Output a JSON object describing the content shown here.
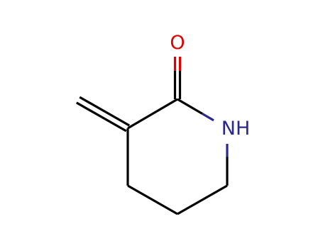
{
  "structure": {
    "atoms": [
      {
        "id": "O",
        "symbol": "O",
        "label": "O",
        "color": "#e00000"
      },
      {
        "id": "N",
        "symbol": "N",
        "label": "NH",
        "color": "#2a2a8c"
      },
      {
        "id": "C2",
        "symbol": "C",
        "label": "",
        "color": "#000000"
      },
      {
        "id": "C3",
        "symbol": "C",
        "label": "",
        "color": "#000000"
      },
      {
        "id": "C4",
        "symbol": "C",
        "label": "",
        "color": "#000000"
      },
      {
        "id": "C5",
        "symbol": "C",
        "label": "",
        "color": "#000000"
      },
      {
        "id": "C6",
        "symbol": "C",
        "label": "",
        "color": "#000000"
      },
      {
        "id": "CH2",
        "symbol": "C",
        "label": "",
        "color": "#000000"
      }
    ],
    "bonds": [
      {
        "from": "C2",
        "to": "O",
        "order": 2
      },
      {
        "from": "C2",
        "to": "N",
        "order": 1
      },
      {
        "from": "N",
        "to": "C6",
        "order": 1
      },
      {
        "from": "C6",
        "to": "C5",
        "order": 1
      },
      {
        "from": "C5",
        "to": "C4",
        "order": 1
      },
      {
        "from": "C4",
        "to": "C3",
        "order": 1
      },
      {
        "from": "C3",
        "to": "C2",
        "order": 1
      },
      {
        "from": "C3",
        "to": "CH2",
        "order": 2
      }
    ],
    "colors": {
      "bond": "#000000",
      "oxygen": "#e00000",
      "nitrogen": "#2a2a8c"
    }
  }
}
